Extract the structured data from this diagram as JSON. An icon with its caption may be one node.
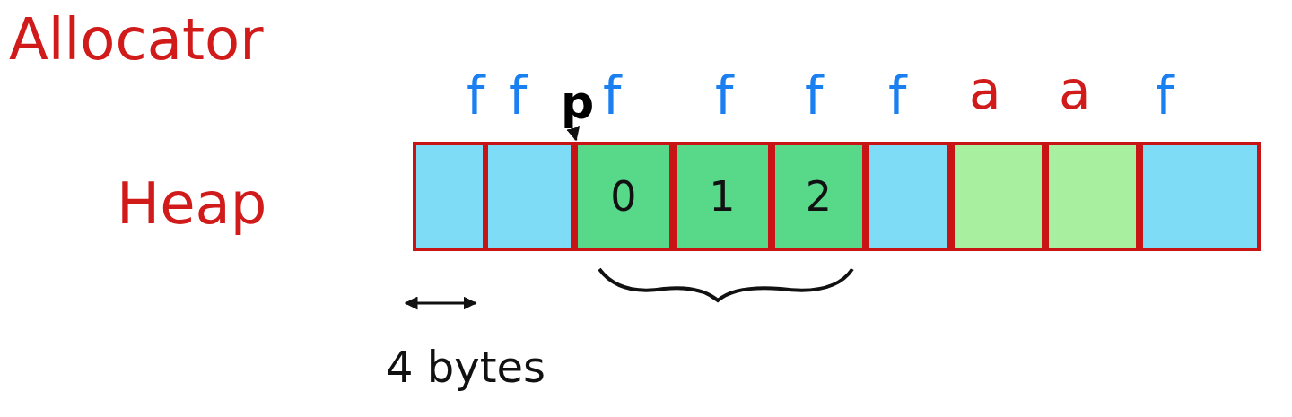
{
  "diagram": {
    "nodes": [
      {
        "text": [],
        "shape": "box"
      },
      {
        "text": [],
        "shape": "box"
      },
      {
        "text": [
          "0"
        ]
      },
      {
        "text": [
          "1"
        ]
      },
      {
        "text": [
          "2"
        ]
      },
      {
        "text": [],
        "shape": "box"
      },
      {
        "text": [],
        "shape": "box"
      },
      {
        "text": [],
        "shape": "box"
      },
      {
        "text": [],
        "shape": "box"
      },
      {
        "text": [
          "p"
        ]
      }
    ],
    "edges": [
      {
        "from": 9,
        "to": 2,
        "arrow": "to"
      }
    ],
    "labels": [
      "Allocator",
      "Heap",
      "f",
      "f",
      "f",
      "f",
      "f",
      "f",
      "a",
      "a",
      "f",
      "4 bytes"
    ]
  }
}
